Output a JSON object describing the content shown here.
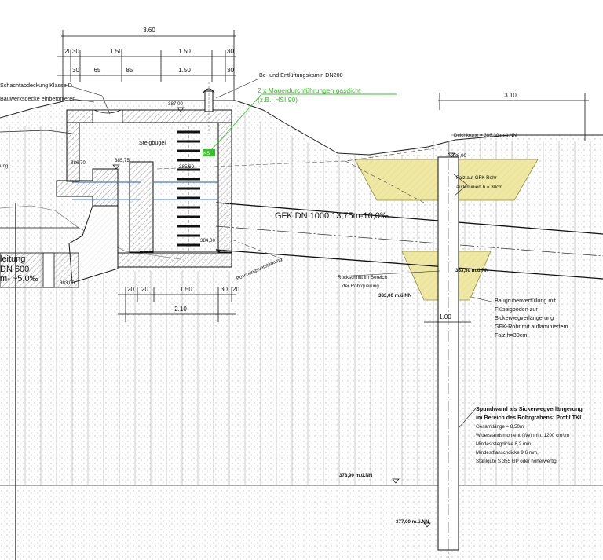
{
  "dims_top": {
    "overall": "3.60",
    "row1": [
      "20",
      "30",
      "1.50",
      "1.50",
      "30"
    ],
    "row2": [
      "30",
      "65",
      "85",
      "1.50",
      "30"
    ],
    "right": "3.10"
  },
  "dims_bottom": {
    "row1": [
      "20",
      "20",
      "1.50",
      "30",
      "20"
    ],
    "row2": "2.10",
    "sheet": "1.00"
  },
  "labels": {
    "cover": "Schachtabdeckung Klasse D",
    "deck": "Bauwerksdecke einbetonieren",
    "vent": "Be- und Entlüftungskamin DN200",
    "pen1": "2 x Mauerdurchführungen gasdicht",
    "pen2": "(z.B.: HSI 90)",
    "steps": "Steigbügel",
    "ks": "KS",
    "left_cut": "ung",
    "leitung": "leitung",
    "dn": "DN 600",
    "slope_left": "m- ~5,0‰",
    "pipe": "GFK DN 1000  13,75m-10,0‰",
    "crest": "Deichkrone = 386.30 m.ü.NN",
    "fold1": "Falz auf GFK Rohr",
    "fold2": "auflaminiert h = 30cm",
    "rueck1": "Rückschnitt im Bereich",
    "rueck2": "der Rohrquerung",
    "slope_small": "Böschungsverstärkung",
    "fill": [
      "Baugrubenverfüllung mit",
      "Flüssigboden zur",
      "Sickerwegverlängerung",
      "GFK-Rohr mit auflaminiertem",
      "Falz h=30cm"
    ],
    "spund": [
      "Spundwand als Sickerwegverlängerung",
      "im Bereich des Rohrgrabens; Profil TKL",
      "Gesamtlänge = 8,50m",
      "Widerstandsmoment (Wy) min. 1200 cm³/m",
      "Mindeststegdicke 8,2 mm,",
      "Mindestflanschdicke 9,6 mm,",
      "Stahlgüte S 355 GP oder höherwertig."
    ]
  },
  "elevations": {
    "e387": "387,00",
    "e386_70": "386,70",
    "e385_75": "385,75",
    "e385_60": "385,60",
    "e384_00": "384,00",
    "e383_00_left": "383,00",
    "e386_00": "386,00",
    "e383_50": "383,50 m.ü.NN",
    "e383_00": "383,00 m.ü.NN",
    "e378_90": "378,90 m.ü.NN",
    "e377_00": "377,00 m.ü.NN"
  },
  "colors": {
    "line": "#111111",
    "hatch": "#a5a5a5",
    "fill_zone": "#efe8a4",
    "water": "#3e7fd8",
    "green_text": "#34c224"
  }
}
